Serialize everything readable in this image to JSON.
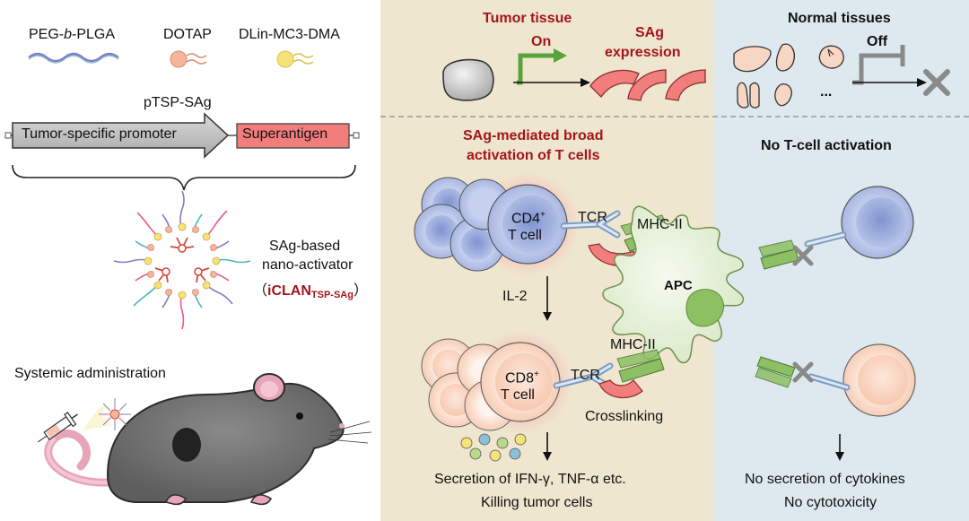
{
  "left": {
    "components": {
      "peg": "PEG-b-PLGA",
      "peg_pre": "PEG-",
      "peg_italic": "b",
      "peg_post": "-PLGA",
      "dotap": "DOTAP",
      "dlin": "DLin-MC3-DMA"
    },
    "plasmid_label": "pTSP-SAg",
    "promoter_label": "Tumor-specific promoter",
    "superantigen_label": "Superantigen",
    "nano_label_1": "SAg-based",
    "nano_label_2": "nano-activator",
    "nano_paren_open": "（",
    "nano_name": "iCLAN",
    "nano_sub": "TSP-SAg",
    "nano_paren_close": "）",
    "admin_label": "Systemic administration"
  },
  "tumor_panel": {
    "header": "Tumor tissue",
    "on_label": "On",
    "expression_line1": "SAg",
    "expression_line2": "expression",
    "activation_line1": "SAg-mediated broad",
    "activation_line2": "activation of T cells",
    "cd4_line1": "CD4",
    "cd4_sup": "+",
    "cd4_line2": "T cell",
    "tcr_top": "TCR",
    "mhc_top": "MHC-II",
    "il2": "IL-2",
    "cd8_line1": "CD8",
    "cd8_sup": "+",
    "cd8_line2": "T cell",
    "tcr_bottom": "TCR",
    "mhc_bottom": "MHC-II",
    "crosslinking": "Crosslinking",
    "secretion": "Secretion of IFN-γ, TNF-α etc.",
    "killing": "Killing tumor cells"
  },
  "apc_label": "APC",
  "normal_panel": {
    "header": "Normal tissues",
    "off_label": "Off",
    "ellipsis": "...",
    "no_activation": "No T-cell activation",
    "no_secretion": "No secretion of cytokines",
    "no_toxicity": "No cytotoxicity"
  },
  "colors": {
    "tumor_bg": "#efe6cf",
    "normal_bg": "#dde9ee",
    "accent_red": "#a3151c",
    "on_green": "#5aa33a",
    "mhc_green": "#8cc063",
    "superantigen_fill": "#f27d7d",
    "cd4_blue": "#9fb2df",
    "cd8_peach": "#fbd9c8",
    "mouse_gray": "#767676",
    "x_gray": "#8a8a8a"
  }
}
